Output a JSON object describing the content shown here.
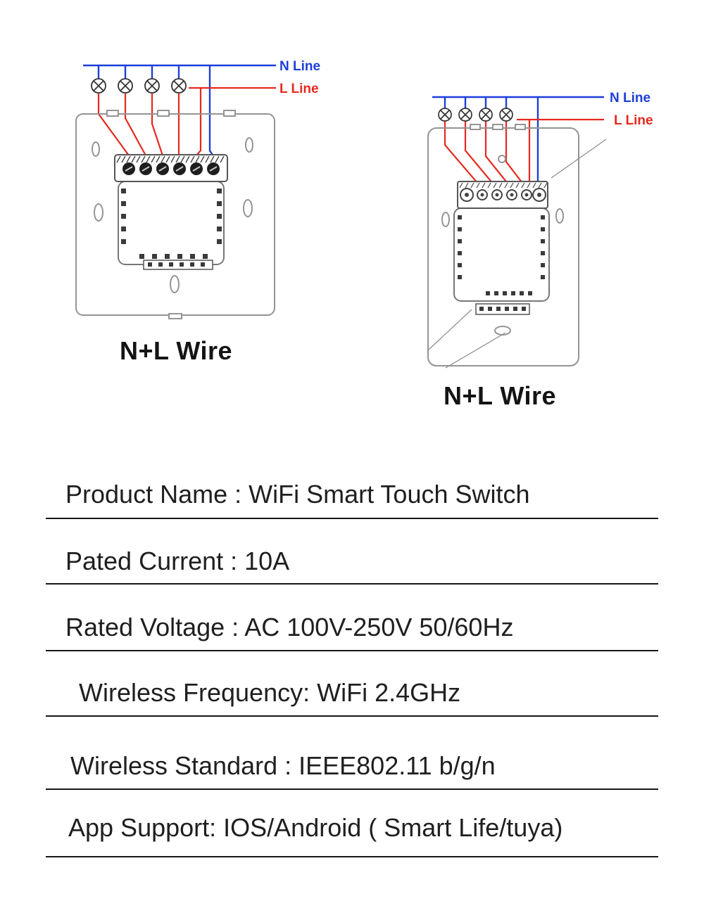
{
  "colors": {
    "n_line_blue": "#1d3fd8",
    "l_line_red": "#e5291f",
    "outline_gray": "#949494",
    "detail_gray": "#555555",
    "terminal_dark": "#1e1e1e",
    "text": "#1f1f1f",
    "divider": "#161616"
  },
  "diagram_left": {
    "n_line_label": "N Line",
    "l_line_label": "L Line",
    "caption": "N+L Wire"
  },
  "diagram_right": {
    "n_line_label": "N Line",
    "l_line_label": "L Line",
    "caption": "N+L Wire"
  },
  "specs": [
    "Product Name : WiFi Smart Touch Switch",
    "Pated Current : 10A",
    "Rated Voltage : AC 100V-250V 50/60Hz",
    "Wireless Frequency: WiFi 2.4GHz",
    "Wireless Standard : IEEE802.11 b/g/n",
    "App Support: IOS/Android ( Smart Life/tuya)"
  ]
}
